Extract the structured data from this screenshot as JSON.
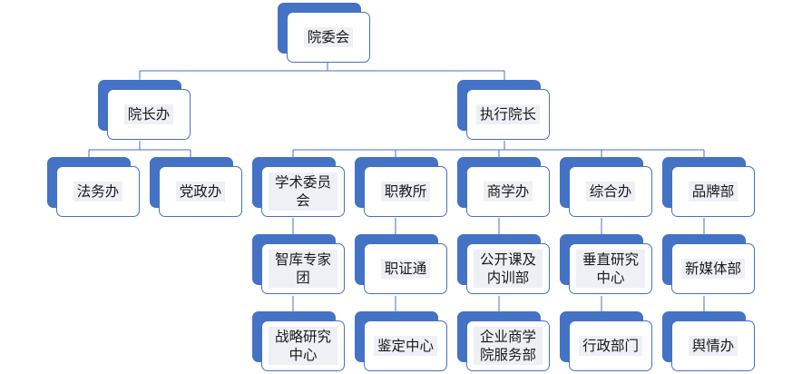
{
  "org": {
    "root": "院委会",
    "left_branch": {
      "name": "院长办",
      "children": [
        "法务办",
        "党政办"
      ]
    },
    "right_branch": {
      "name": "执行院长",
      "departments": [
        {
          "name": "学术委员会",
          "subs": [
            "智库专家团",
            "战略研究中心"
          ]
        },
        {
          "name": "职教所",
          "subs": [
            "职证通",
            "鉴定中心"
          ]
        },
        {
          "name": "商学办",
          "subs": [
            "公开课及内训部",
            "企业商学院服务部"
          ]
        },
        {
          "name": "综合办",
          "subs": [
            "垂直研究中心",
            "行政部门"
          ]
        },
        {
          "name": "品牌部",
          "subs": [
            "新媒体部",
            "舆情办"
          ]
        }
      ]
    }
  },
  "colors": {
    "accent": "#4472c4",
    "line": "#4472c4"
  }
}
